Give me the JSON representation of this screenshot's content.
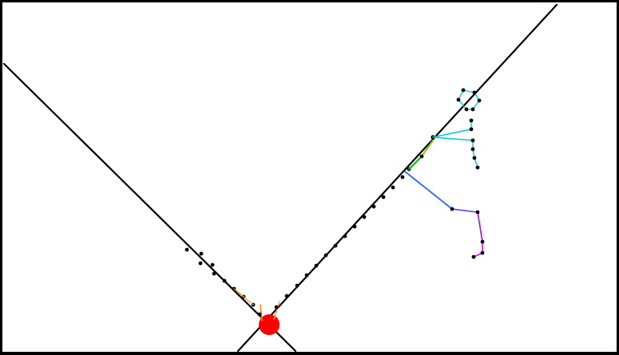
{
  "colors": {
    "background": "#ffffff",
    "frame": "#000000",
    "walls": "#000000",
    "nodes": "#000000",
    "origin": "#ff0000",
    "segment_colors": [
      "#ff8c00",
      "#ffa040",
      "#7fd000",
      "#00c000",
      "#00c8d8",
      "#2a66ff",
      "#4a3aff",
      "#7a2cff",
      "#b800ff",
      "#e000ff"
    ]
  },
  "diagram": {
    "type": "trajectory-tree",
    "walls": [
      "left-wall",
      "right-wall"
    ],
    "origin_marker": "red-dot",
    "branches": [
      "upper-branch-cyan",
      "lower-branch-blue-magenta"
    ]
  }
}
